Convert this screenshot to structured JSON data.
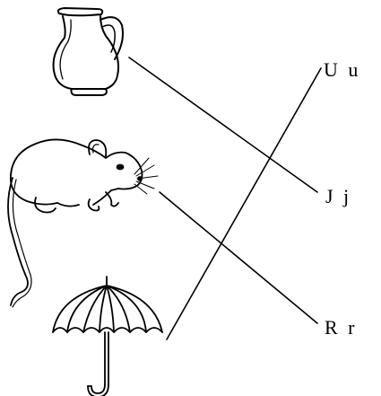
{
  "worksheet": {
    "pictures": [
      {
        "name": "jug",
        "icon": "jug-icon"
      },
      {
        "name": "rat",
        "icon": "rat-icon"
      },
      {
        "name": "umbrella",
        "icon": "umbrella-icon"
      }
    ],
    "letters": [
      "U u",
      "J j",
      "R r"
    ],
    "ink_color": "#000000"
  }
}
